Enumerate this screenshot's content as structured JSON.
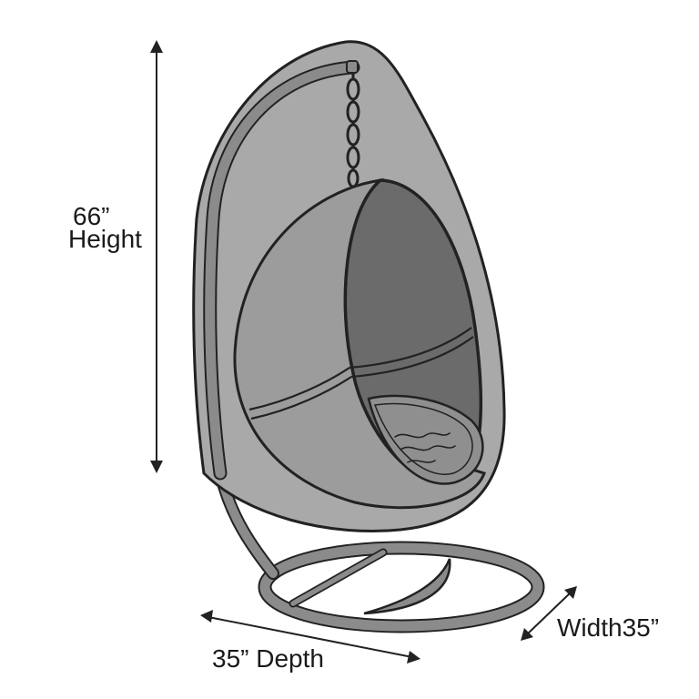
{
  "dimensions": {
    "height": {
      "value": "66”",
      "label": "Height"
    },
    "depth": {
      "value": "35”",
      "label": "Depth"
    },
    "width": {
      "value": "35”",
      "label": "Width"
    }
  },
  "colors": {
    "cover": "#a9a9a9",
    "frame": "#8b8b8b",
    "cushion_outer": "#9c9c9c",
    "cushion_inner": "#6b6b6b",
    "seat": "#8f8f8f",
    "outline": "#222222",
    "arrow": "#222222",
    "background": "#ffffff"
  }
}
